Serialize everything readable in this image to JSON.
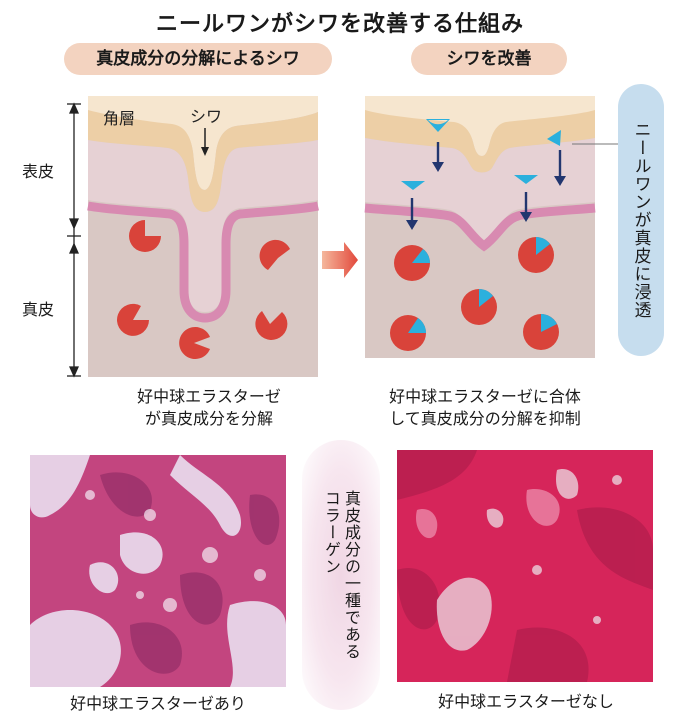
{
  "title": "ニールワンがシワを改善する仕組み",
  "left_panel": {
    "header": "真皮成分の分解によるシワ",
    "label_stratum": "角層",
    "label_wrinkle": "シワ",
    "caption_line1": "好中球エラスターゼ",
    "caption_line2": "が真皮成分を分解"
  },
  "right_panel": {
    "header": "シワを改善",
    "caption_line1": "好中球エラスターゼに合体",
    "caption_line2": "して真皮成分の分解を抑制"
  },
  "side_labels": {
    "epidermis": "表皮",
    "dermis": "真皮"
  },
  "callout": "ニールワンが真皮に浸透",
  "collagen_note_line1": "真皮成分の一種である",
  "collagen_note_line2": "コラーゲン",
  "photo_left_caption": "好中球エラスターゼあり",
  "photo_right_caption": "好中球エラスターゼなし",
  "colors": {
    "stratum": "#edcfa6",
    "epidermis": "#e6d1d4",
    "basement": "#d88ab1",
    "dermis": "#d9c8c4",
    "enzyme": "#d9433a",
    "drug": "#2bb0dd",
    "arrow": "#22366f",
    "callout": "#c6ddee",
    "header_pill": "#f3d3c0"
  }
}
